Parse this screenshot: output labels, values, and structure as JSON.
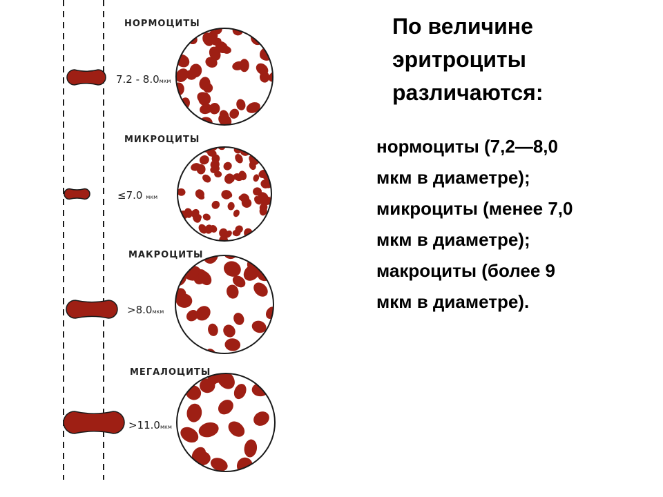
{
  "colors": {
    "cell": "#9e1f14",
    "outline": "#1a1a1a",
    "text": "#000000"
  },
  "diagram": {
    "types": [
      {
        "name": "НОРМОЦИТЫ",
        "size": "7.2 - 8.0",
        "unit": "мкм"
      },
      {
        "name": "МИКРОЦИТЫ",
        "size": "≤7.0",
        "unit": "мкм"
      },
      {
        "name": "МАКРОЦИТЫ",
        "size": ">8.0",
        "unit": "мкм"
      },
      {
        "name": "МЕГАЛОЦИТЫ",
        "size": ">11.0",
        "unit": "мкм"
      }
    ]
  },
  "title": {
    "lines": [
      "По величине",
      "эритроциты",
      "различаются:"
    ]
  },
  "body": {
    "lines": [
      "нормоциты (7,2—8,0",
      "мкм в диаметре);",
      "микроциты (менее 7,0",
      "мкм в диаметре);",
      "макроциты (более 9",
      "мкм в диаметре)."
    ]
  }
}
